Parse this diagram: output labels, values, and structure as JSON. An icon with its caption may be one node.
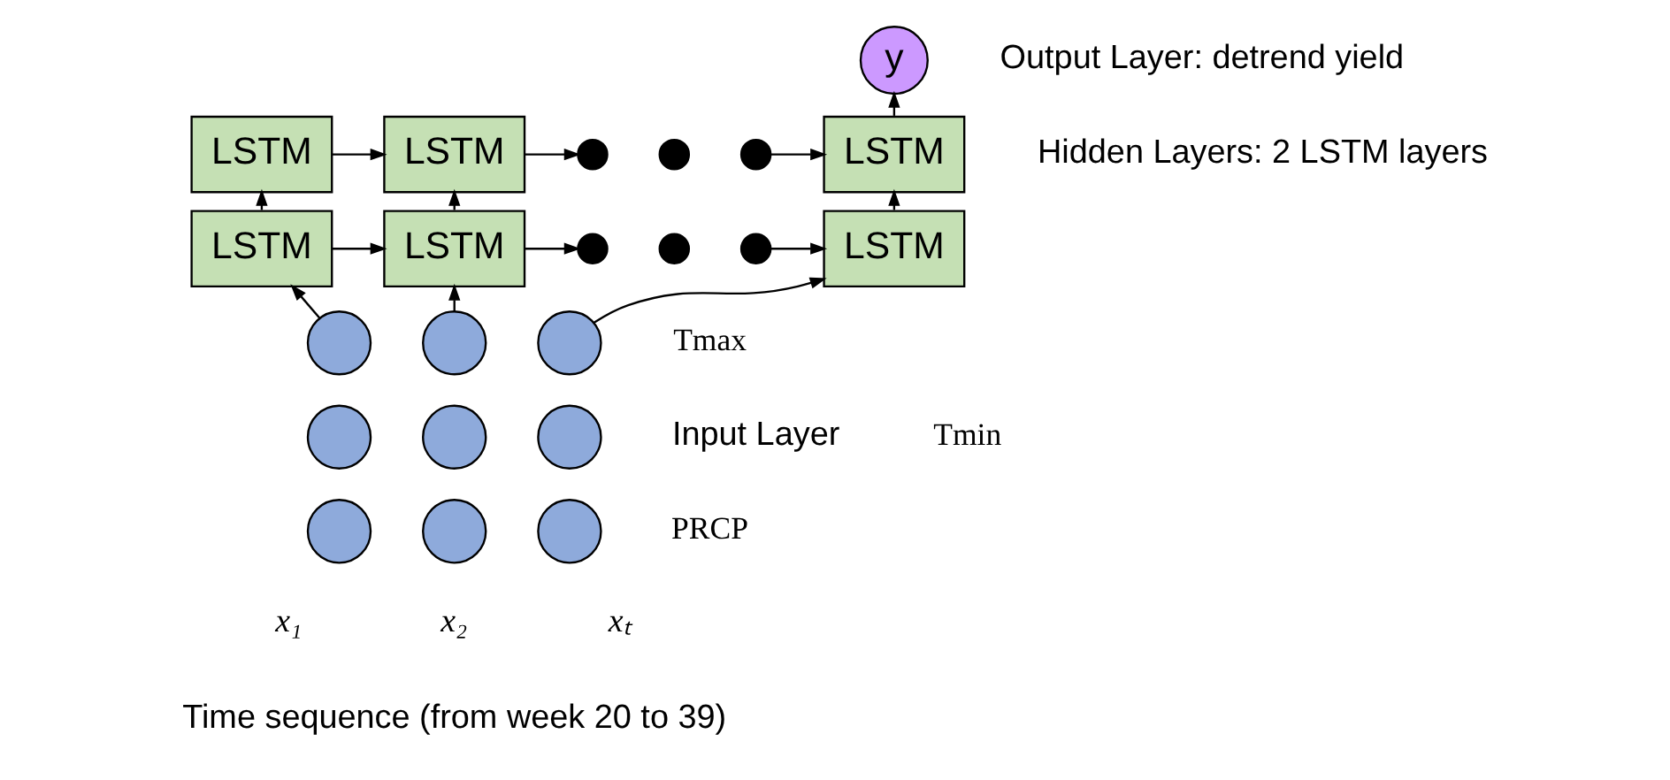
{
  "diagram": {
    "nodes": [
      {
        "text": [
          "y"
        ]
      },
      {
        "text": [
          "LSTM"
        ]
      },
      {
        "text": [
          "LSTM"
        ]
      },
      {
        "text": [],
        "shape": "circle"
      },
      {
        "text": [],
        "shape": "circle"
      },
      {
        "text": [],
        "shape": "circle"
      },
      {
        "text": [
          "LSTM"
        ]
      },
      {
        "text": [
          "LSTM"
        ]
      },
      {
        "text": [
          "LSTM"
        ]
      },
      {
        "text": [],
        "shape": "circle"
      },
      {
        "text": [],
        "shape": "circle"
      },
      {
        "text": [],
        "shape": "circle"
      },
      {
        "text": [
          "LSTM"
        ]
      },
      {
        "text": [],
        "shape": "circle"
      },
      {
        "text": [],
        "shape": "circle"
      },
      {
        "text": [],
        "shape": "circle"
      },
      {
        "text": [],
        "shape": "circle"
      },
      {
        "text": [],
        "shape": "circle"
      },
      {
        "text": [],
        "shape": "circle"
      },
      {
        "text": [],
        "shape": "circle"
      },
      {
        "text": [],
        "shape": "circle"
      },
      {
        "text": [],
        "shape": "circle"
      }
    ],
    "edges": [
      {
        "from": 1,
        "to": 2,
        "arrow": "to"
      },
      {
        "from": 2,
        "to": 3,
        "arrow": "to"
      },
      {
        "from": 5,
        "to": 6,
        "arrow": "to"
      },
      {
        "from": 6,
        "to": 0,
        "arrow": "to"
      },
      {
        "from": 7,
        "to": 8,
        "arrow": "to"
      },
      {
        "from": 8,
        "to": 9,
        "arrow": "to"
      },
      {
        "from": 11,
        "to": 12,
        "arrow": "to"
      },
      {
        "from": 7,
        "to": 1,
        "arrow": "to"
      },
      {
        "from": 8,
        "to": 2,
        "arrow": "to"
      },
      {
        "from": 12,
        "to": 6,
        "arrow": "to"
      },
      {
        "from": 13,
        "to": 7,
        "arrow": "to"
      },
      {
        "from": 16,
        "to": 8,
        "arrow": "to"
      },
      {
        "from": 19,
        "to": 12,
        "arrow": "to"
      }
    ],
    "labels": [
      "Output Layer: detrend yield",
      "Hidden Layers: 2 LSTM layers",
      "Input Layer",
      "Tmax",
      "Tmin",
      "PRCP",
      "x₁",
      "x₂",
      "xₜ",
      "Time sequence (from week 20 to 39)"
    ]
  }
}
